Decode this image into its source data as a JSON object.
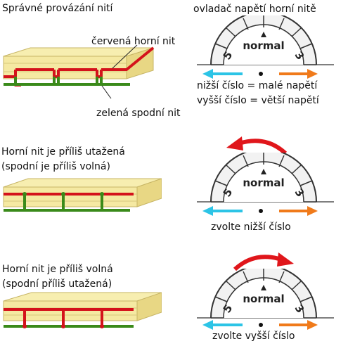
{
  "section1": {
    "title": "Správné provázání nití",
    "dial_title": "ovladač napětí horní nitě",
    "label_red": "červená horní nit",
    "label_green": "zelená spodní nit",
    "line_low": "nižší číslo = malé napětí",
    "line_high": "vyšší číslo = větší napětí"
  },
  "section2": {
    "title_line1": "Horní nit je příliš utažená",
    "title_line2": "(spodní je příliš volná)",
    "instruction": "zvolte nižší číslo"
  },
  "section3": {
    "title_line1": "Horní nit je příliš volná",
    "title_line2": "(spodní příliš utažená)",
    "instruction": "zvolte vyšší číslo"
  },
  "dial": {
    "center_text": "normal",
    "left_number": "5",
    "right_number": "3"
  },
  "colors": {
    "fabric_top": "#f7eeb0",
    "fabric_side": "#e8d784",
    "fabric_edge": "#c7b565",
    "thread_red": "#d4121b",
    "thread_green": "#3a8a1a",
    "arrow_left": "#2cc4e6",
    "arrow_right": "#f07a1a",
    "rotate_arrow": "#e0161b"
  }
}
